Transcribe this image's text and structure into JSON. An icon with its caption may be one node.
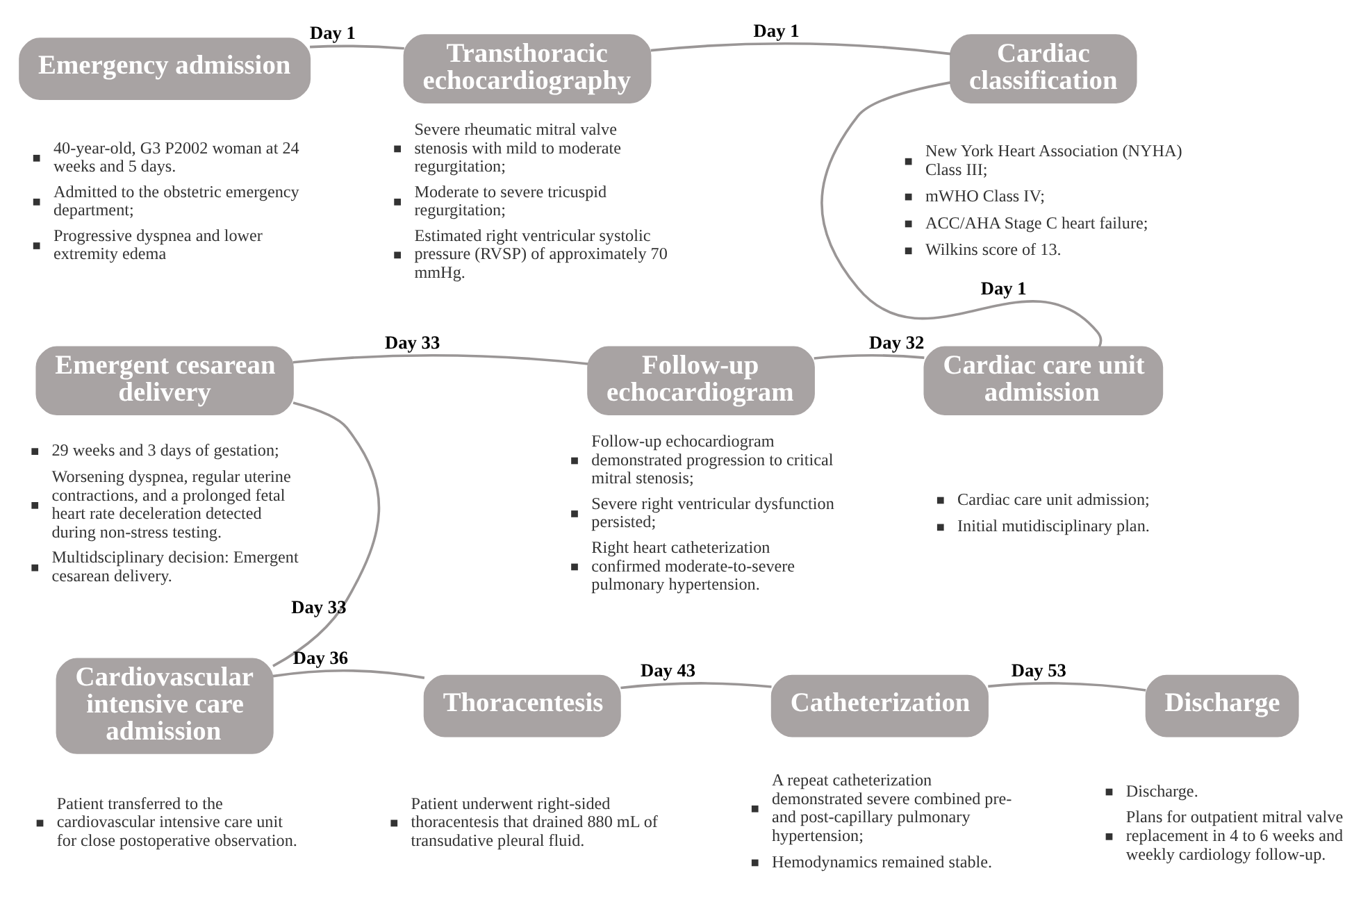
{
  "diagram": {
    "nodes": [
      {
        "text": [
          "Emergency admission"
        ],
        "beside": [
          "40-year-old, G3 P2002 woman at 24 weeks and 5 days.",
          "Admitted to the obstetric emergency department;",
          "Progressive dyspnea and lower extremity edema"
        ]
      },
      {
        "text": [
          "Transthoracic echocardiography"
        ],
        "beside": [
          "Severe rheumatic mitral valve stenosis with mild to moderate regurgitation;",
          "Moderate to severe tricuspid regurgitation;",
          "Estimated right ventricular systolic pressure (RVSP) of approximately 70 mmHg."
        ]
      },
      {
        "text": [
          "Cardiac classification"
        ],
        "beside": [
          "New York Heart Association (NYHA) Class III;",
          "mWHO Class IV;",
          "ACC/AHA Stage C heart failure;",
          "Wilkins score of 13."
        ]
      },
      {
        "text": [
          "Cardiac care unit admission"
        ],
        "beside": [
          "Cardiac care unit admission;",
          "Initial mutidisciplinary plan."
        ]
      },
      {
        "text": [
          "Follow-up echocardiogram"
        ],
        "beside": [
          "Follow-up echocardiogram demonstrated progression to critical mitral stenosis;",
          "Severe right ventricular dysfunction persisted;",
          "Right heart catheterization confirmed moderate-to-severe pulmonary hypertension."
        ]
      },
      {
        "text": [
          "Emergent cesarean delivery"
        ],
        "beside": [
          "29 weeks and 3 days of gestation;",
          "Worsening dyspnea, regular uterine contractions, and a prolonged fetal heart rate deceleration detected during non-stress testing.",
          "Multidsciplinary decision: Emergent cesarean delivery."
        ]
      },
      {
        "text": [
          "Cardiovascular intensive care admission"
        ],
        "beside": [
          "Patient transferred to the cardiovascular intensive care unit for close postoperative observation."
        ]
      },
      {
        "text": [
          "Thoracentesis"
        ],
        "beside": [
          "Patient underwent right-sided thoracentesis that drained 880 mL of transudative pleural fluid."
        ]
      },
      {
        "text": [
          "Catheterization"
        ],
        "beside": [
          "A repeat catheterization demonstrated severe combined pre- and post-capillary pulmonary hypertension;",
          "Hemodynamics remained stable."
        ]
      },
      {
        "text": [
          "Discharge"
        ],
        "beside": [
          "Discharge.",
          "Plans for outpatient mitral valve replacement in 4 to 6 weeks and weekly cardiology follow-up."
        ]
      }
    ],
    "edges": [
      {
        "from": 0,
        "to": 1,
        "arrow": "none",
        "label": "Day 1"
      },
      {
        "from": 1,
        "to": 2,
        "arrow": "none",
        "label": "Day 1"
      },
      {
        "from": 2,
        "to": 3,
        "arrow": "none",
        "label": "Day 1"
      },
      {
        "from": 3,
        "to": 4,
        "arrow": "none",
        "label": "Day 32"
      },
      {
        "from": 4,
        "to": 5,
        "arrow": "none",
        "label": "Day 33"
      },
      {
        "from": 5,
        "to": 6,
        "arrow": "none",
        "label": "Day 33"
      },
      {
        "from": 6,
        "to": 7,
        "arrow": "none",
        "label": "Day 36"
      },
      {
        "from": 7,
        "to": 8,
        "arrow": "none",
        "label": "Day 43"
      },
      {
        "from": 8,
        "to": 9,
        "arrow": "none",
        "label": "Day 53"
      }
    ]
  }
}
